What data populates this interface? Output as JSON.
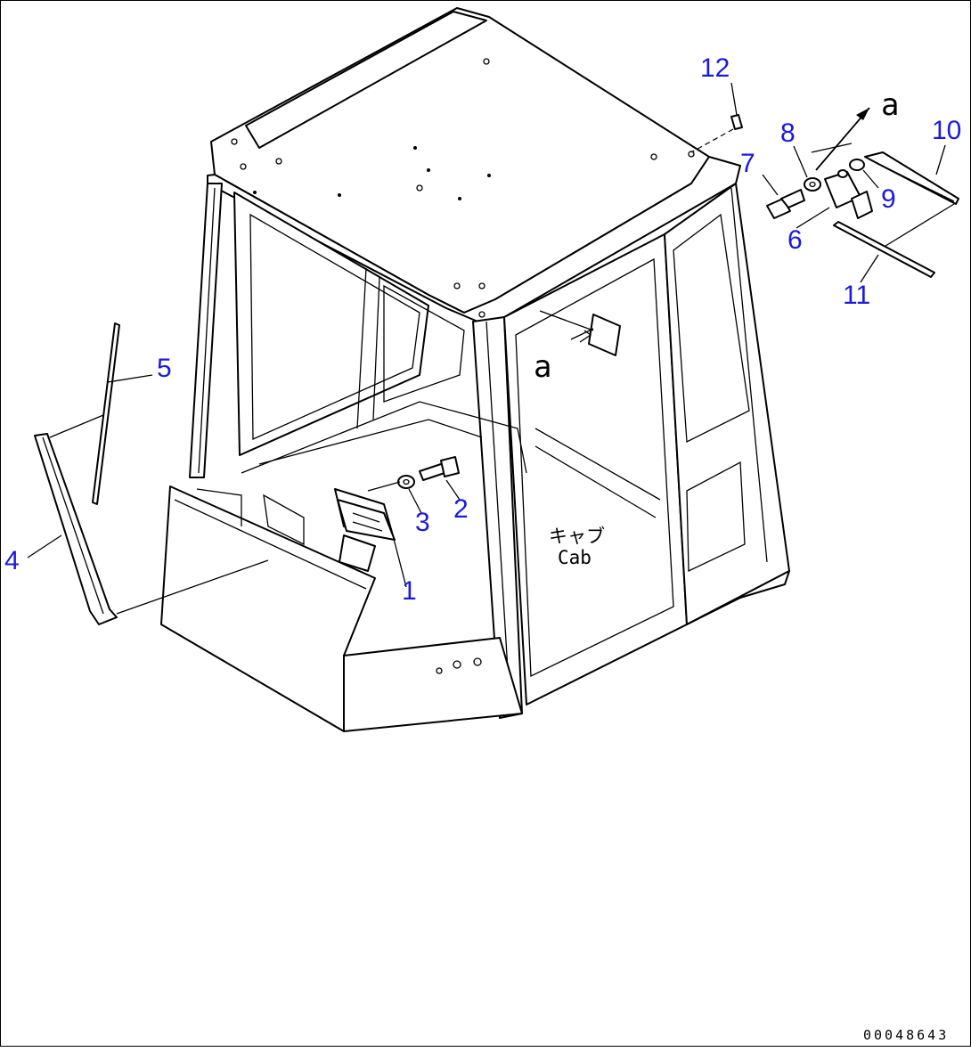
{
  "callouts": [
    {
      "id": "1",
      "label": "1"
    },
    {
      "id": "2",
      "label": "2"
    },
    {
      "id": "3",
      "label": "3"
    },
    {
      "id": "4",
      "label": "4"
    },
    {
      "id": "5",
      "label": "5"
    },
    {
      "id": "6",
      "label": "6"
    },
    {
      "id": "7",
      "label": "7"
    },
    {
      "id": "8",
      "label": "8"
    },
    {
      "id": "9",
      "label": "9"
    },
    {
      "id": "10",
      "label": "10"
    },
    {
      "id": "11",
      "label": "11"
    },
    {
      "id": "12",
      "label": "12"
    }
  ],
  "reference_marks": {
    "front": "a",
    "rear": "a"
  },
  "cab_label": {
    "japanese": "キャブ",
    "english": "Cab"
  },
  "drawing_number": "00048643",
  "colors": {
    "callout": "#1a1adc",
    "line": "#000000",
    "background": "#ffffff"
  }
}
